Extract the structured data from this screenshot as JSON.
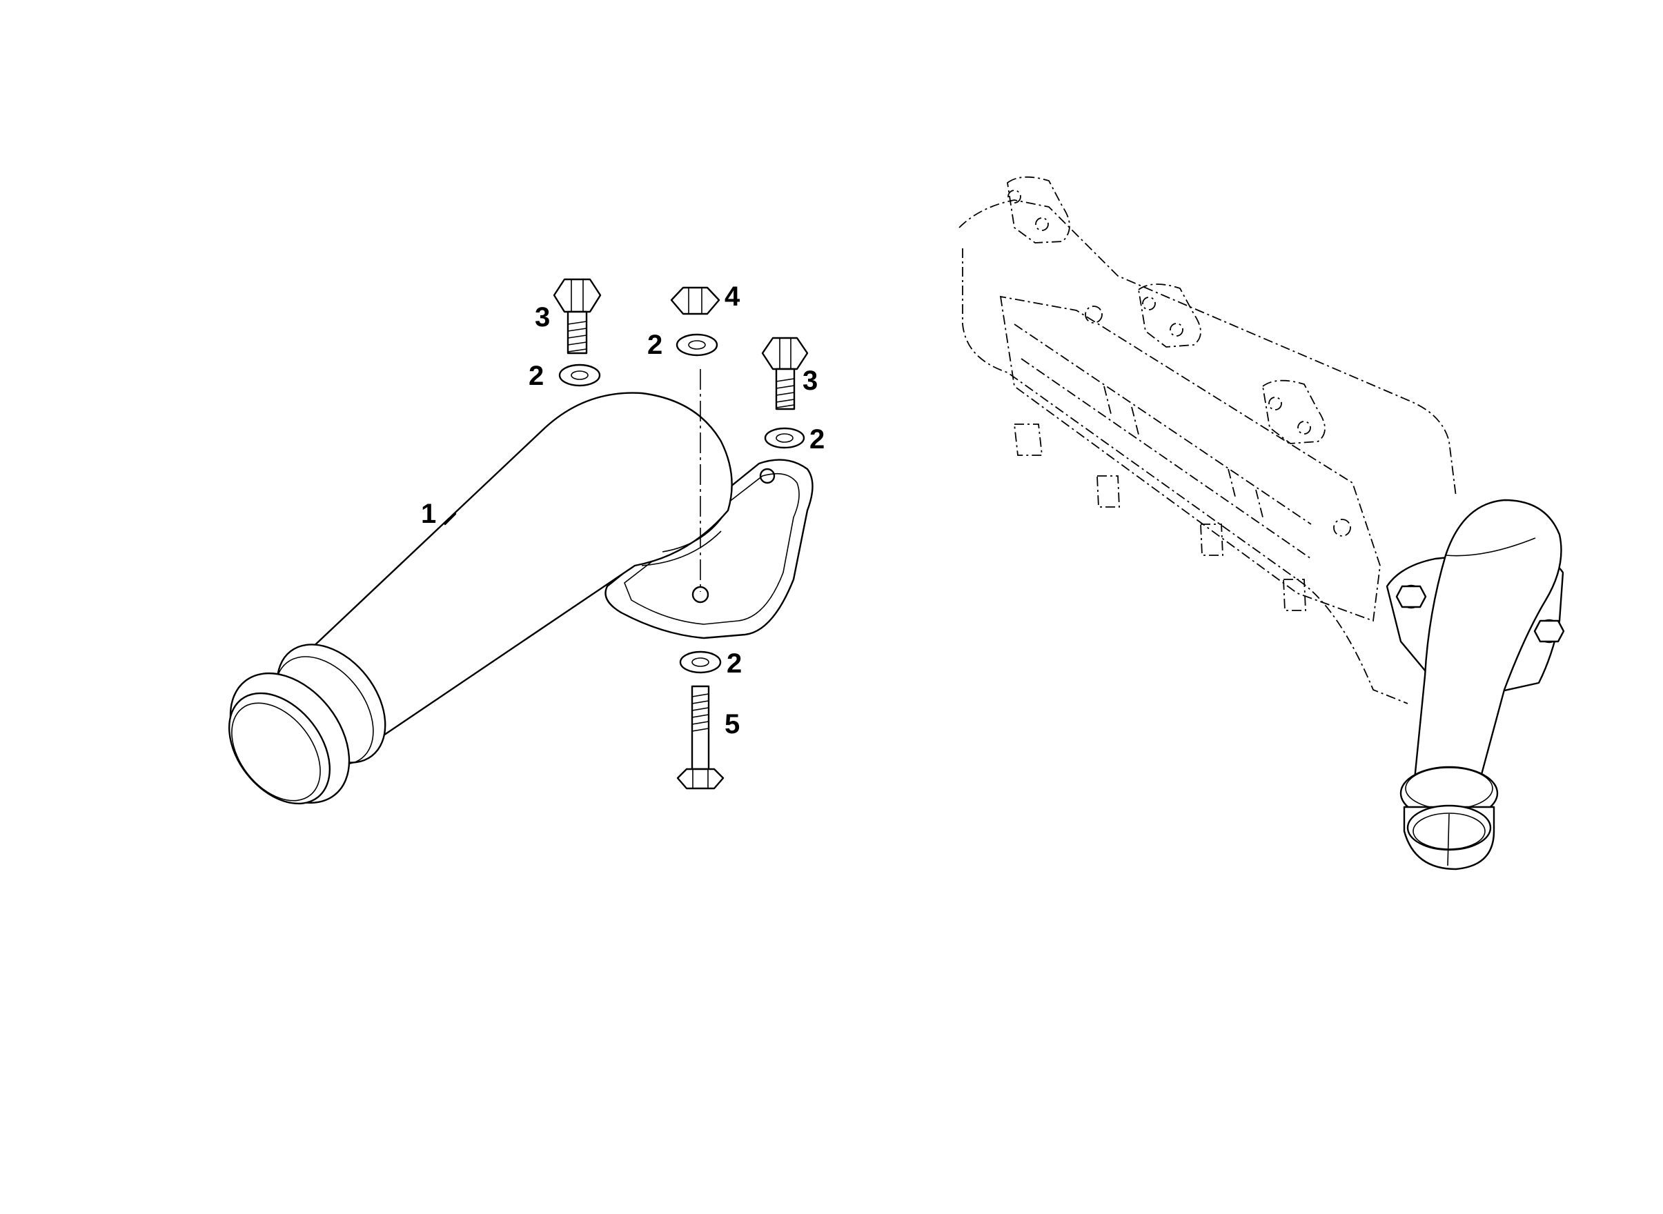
{
  "callouts": {
    "pipe": "1",
    "washer_a": "2",
    "washer_b": "2",
    "washer_c": "2",
    "washer_d": "2",
    "bolt_a": "3",
    "bolt_b": "3",
    "nut": "4",
    "stud": "5"
  }
}
